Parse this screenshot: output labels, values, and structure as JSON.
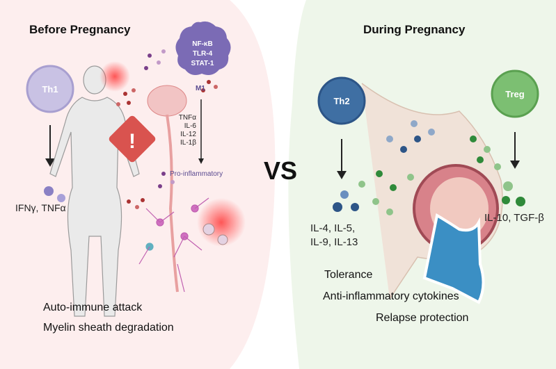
{
  "before": {
    "title": "Before Pregnancy",
    "th1": "Th1",
    "th1_cytokines": "IFNγ, TNFα",
    "macrophage_markers": [
      "NF-κB",
      "TLR-4",
      "STAT-1"
    ],
    "macrophage_label": "M1",
    "cytokines": [
      "TNFα",
      "IL-6",
      "IL-12",
      "IL-1β"
    ],
    "pro_inflammatory": "Pro-inflammatory",
    "effects": [
      "Auto-immune attack",
      "Myelin sheath degradation"
    ]
  },
  "vs": "VS",
  "during": {
    "title": "During Pregnancy",
    "th2": "Th2",
    "treg": "Treg",
    "th2_cytokines": [
      "IL-4, IL-5,",
      "IL-9, IL-13"
    ],
    "treg_cytokines": "IL-10, TGF-β",
    "effects": [
      "Tolerance",
      "Anti-inflammatory cytokines",
      "Relapse protection"
    ]
  },
  "colors": {
    "left_bg": "#fdeeee",
    "right_bg": "#eef6ea",
    "th1": "#b7aed8",
    "th2": "#3f6fa3",
    "treg": "#7cbf72",
    "shield": "#3b8fc4",
    "warning": "#d9534f"
  }
}
